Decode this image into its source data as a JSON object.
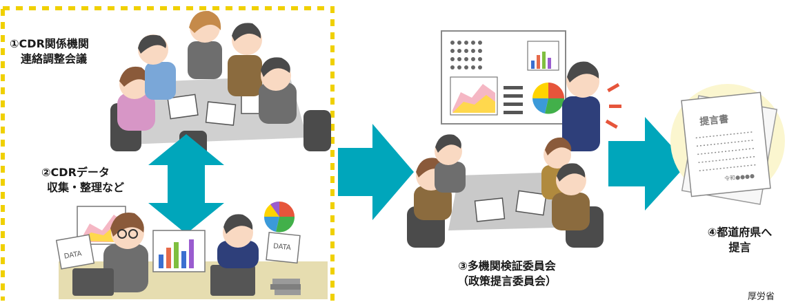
{
  "colors": {
    "arrow": "#00a6bb",
    "dashed_border": "#f0d000",
    "skin": "#f9d9c2",
    "hair_dark": "#4a4a4a",
    "hair_brown": "#8a5a3a",
    "suit_gray": "#6e6e6e",
    "suit_navy": "#2e3f7a",
    "table": "#c9c9c9",
    "chair": "#4b4b4b",
    "paper": "#ffffff",
    "proposal_bg": "#fbf6cf"
  },
  "labels": {
    "step1_line1": "①CDR関係機関",
    "step1_line2": "連絡調整会議",
    "step2_line1": "②CDRデータ",
    "step2_line2": "収集・整理など",
    "step3_line1": "③多機関検証委員会",
    "step3_line2": "（政策提言委員会）",
    "step4_line1": "④都道府県へ",
    "step4_line2": "提言",
    "credit": "厚労省"
  },
  "illustration_text": {
    "data_left": "DATA",
    "data_right": "DATA",
    "proposal_title": "提言書",
    "proposal_footer": "令和●●●●"
  },
  "icons": {
    "flow_arrow": "right-arrow-icon",
    "bidirectional_arrow": "up-down-arrow-icon"
  }
}
